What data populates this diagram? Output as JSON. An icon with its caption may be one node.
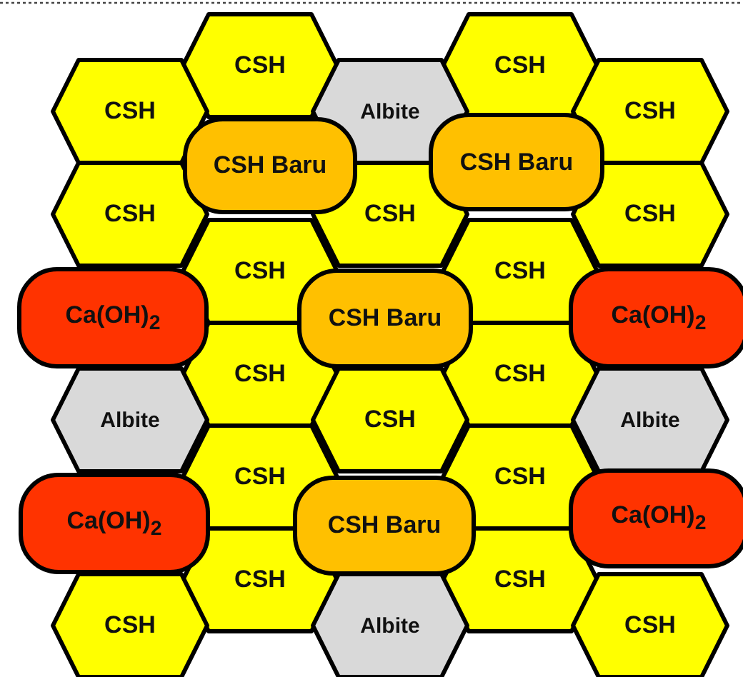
{
  "diagram": {
    "nodes": [
      {
        "text": [
          "CSH"
        ]
      },
      {
        "text": [
          "CSH"
        ]
      },
      {
        "text": [
          "CSH"
        ]
      },
      {
        "text": [
          "Albite"
        ]
      },
      {
        "text": [
          "CSH"
        ]
      },
      {
        "text": [
          "CSH Baru"
        ]
      },
      {
        "text": [
          "CSH Baru"
        ]
      },
      {
        "text": [
          "CSH"
        ]
      },
      {
        "text": [
          "CSH"
        ]
      },
      {
        "text": [
          "CSH"
        ]
      },
      {
        "text": [
          "CSH"
        ]
      },
      {
        "text": [
          "CSH"
        ]
      },
      {
        "text": [
          "Ca(OH)$_{2}$"
        ]
      },
      {
        "text": [
          "CSH Baru"
        ]
      },
      {
        "text": [
          "Ca(OH)$_{2}$"
        ]
      },
      {
        "text": [
          "CSH"
        ]
      },
      {
        "text": [
          "CSH"
        ]
      },
      {
        "text": [
          "Albite"
        ]
      },
      {
        "text": [
          "CSH"
        ]
      },
      {
        "text": [
          "Albite"
        ]
      },
      {
        "text": [
          "CSH"
        ]
      },
      {
        "text": [
          "CSH"
        ]
      },
      {
        "text": [
          "Ca(OH)$_{2}$"
        ]
      },
      {
        "text": [
          "CSH Baru"
        ]
      },
      {
        "text": [
          "Ca(OH)$_{2}$"
        ]
      },
      {
        "text": [
          "CSH"
        ]
      },
      {
        "text": [
          "CSH"
        ]
      },
      {
        "text": [
          "CSH"
        ]
      },
      {
        "text": [
          "Albite"
        ]
      },
      {
        "text": [
          "CSH"
        ]
      }
    ]
  }
}
